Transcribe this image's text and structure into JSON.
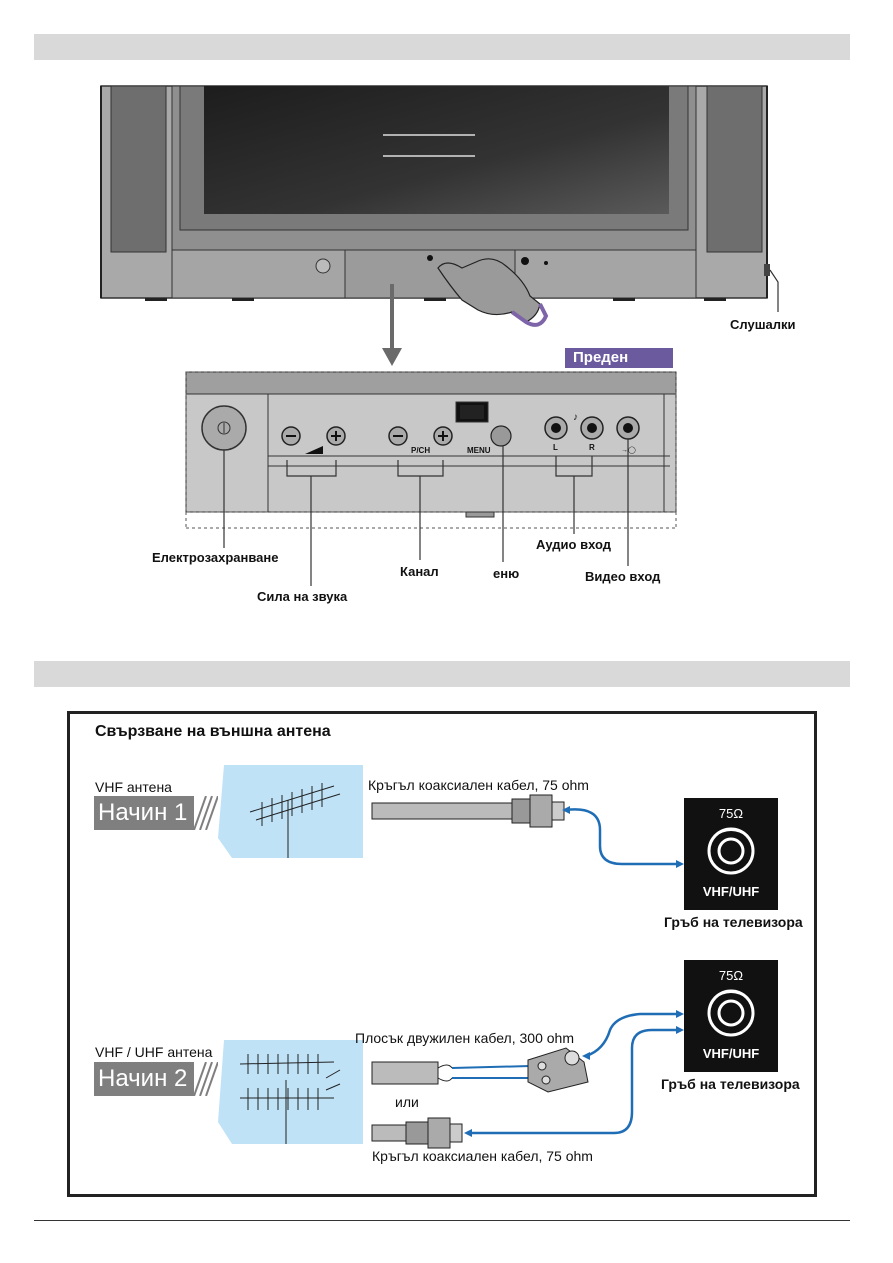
{
  "labels": {
    "headphones": "Слушалки",
    "front": "Преден",
    "power": "Електрозахранване",
    "volume": "Сила на звука",
    "channel": "Канал",
    "menu_caption": "еню",
    "audio_in": "Аудио вход",
    "video_in": "Видео вход"
  },
  "panel_text": {
    "pch": "P/CH",
    "menu": "MENU",
    "left": "L",
    "right": "R"
  },
  "antenna": {
    "title": "Свързване на външна антена",
    "method1": {
      "antenna_label": "VHF антена",
      "method_label": "Начин 1",
      "cable_label": "Кръгъл коаксиален кабел, 75 ohm"
    },
    "method2": {
      "antenna_label": "VHF / UHF антена",
      "method_label": "Начин 2",
      "flat_cable_label": "Плосък двужилен кабел, 300 ohm",
      "or_label": "или",
      "coax_label": "Кръгъл коаксиален кабел, 75 ohm"
    },
    "port": {
      "impedance": "75Ω",
      "band": "VHF/UHF",
      "caption": "Гръб на телевизора"
    }
  },
  "colors": {
    "band": "#d9d9d9",
    "accent_purple": "#6b5a9e",
    "cable_blue": "#1f6db5",
    "sky_blue": "#bfe2f7"
  }
}
